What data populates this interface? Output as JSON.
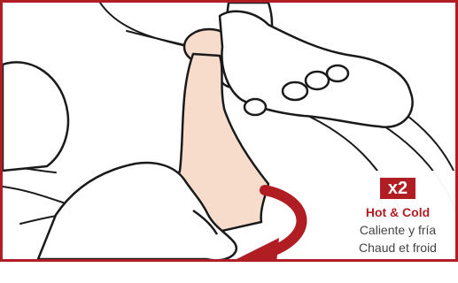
{
  "badge": {
    "text": "x2"
  },
  "instructions": {
    "english": "Hot & Cold",
    "spanish": "Caliente y fría",
    "french": "Chaud et froid"
  },
  "colors": {
    "accent": "#b01e23",
    "skin": "#f8dccb",
    "outline": "#1a1a1a",
    "text_secondary": "#444444"
  },
  "icons": {
    "rotation_arrow": "curved-arrow-icon"
  }
}
